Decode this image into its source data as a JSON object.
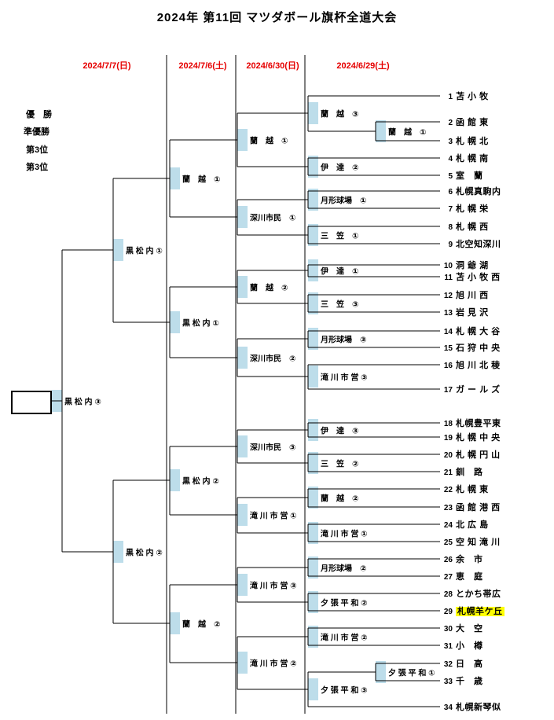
{
  "title": "2024年 第11回 マツダボール旗杯全道大会",
  "rounds": [
    {
      "date": "2024/7/7(日)"
    },
    {
      "date": "2024/7/6(土)"
    },
    {
      "date": "2024/6/30(日)"
    },
    {
      "date": "2024/6/29(土)"
    }
  ],
  "legend": {
    "champion": "優　勝",
    "runner_up": "準優勝",
    "third_place_1": "第3位",
    "third_place_2": "第3位"
  },
  "teams": [
    {
      "no": "1",
      "name": "苫 小 牧"
    },
    {
      "no": "2",
      "name": "函 館 東"
    },
    {
      "no": "3",
      "name": "札 幌 北"
    },
    {
      "no": "4",
      "name": "札 幌 南"
    },
    {
      "no": "5",
      "name": "室　蘭"
    },
    {
      "no": "6",
      "name": "札幌真駒内"
    },
    {
      "no": "7",
      "name": "札 幌 栄"
    },
    {
      "no": "8",
      "name": "札 幌 西"
    },
    {
      "no": "9",
      "name": "北空知深川"
    },
    {
      "no": "10",
      "name": "洞 爺 湖"
    },
    {
      "no": "11",
      "name": "苫 小 牧 西"
    },
    {
      "no": "12",
      "name": "旭 川 西"
    },
    {
      "no": "13",
      "name": "岩 見 沢"
    },
    {
      "no": "14",
      "name": "札 幌 大 谷"
    },
    {
      "no": "15",
      "name": "石 狩 中 央"
    },
    {
      "no": "16",
      "name": "旭 川 北 稜"
    },
    {
      "no": "17",
      "name": "ガ ー ル ズ"
    },
    {
      "no": "18",
      "name": "札幌豊平東"
    },
    {
      "no": "19",
      "name": "札 幌 中 央"
    },
    {
      "no": "20",
      "name": "札 幌 円 山"
    },
    {
      "no": "21",
      "name": "釧　路"
    },
    {
      "no": "22",
      "name": "札 幌 東"
    },
    {
      "no": "23",
      "name": "函 館 港 西"
    },
    {
      "no": "24",
      "name": "北 広 島"
    },
    {
      "no": "25",
      "name": "空 知 滝 川"
    },
    {
      "no": "26",
      "name": "余　市"
    },
    {
      "no": "27",
      "name": "恵　庭"
    },
    {
      "no": "28",
      "name": "とかち帯広"
    },
    {
      "no": "29",
      "name": "札幌羊ケ丘",
      "highlight": true
    },
    {
      "no": "30",
      "name": "大　空"
    },
    {
      "no": "31",
      "name": "小　樽"
    },
    {
      "no": "32",
      "name": "日　高"
    },
    {
      "no": "33",
      "name": "千　歳"
    },
    {
      "no": "34",
      "name": "札幌新琴似"
    }
  ],
  "venues": [
    {
      "label": "蘭　越　③"
    },
    {
      "label": "伊　達　②"
    },
    {
      "label": "月形球場　①"
    },
    {
      "label": "三　笠　①"
    },
    {
      "label": "伊　達　①"
    },
    {
      "label": "三　笠　③"
    },
    {
      "label": "月形球場　③"
    },
    {
      "label": "滝 川 市 営 ③"
    },
    {
      "label": "伊　達　③"
    },
    {
      "label": "三　笠　②"
    },
    {
      "label": "蘭　越　②"
    },
    {
      "label": "滝 川 市 営 ①"
    },
    {
      "label": "月形球場　②"
    },
    {
      "label": "夕 張 平 和 ②"
    },
    {
      "label": "滝 川 市 営 ②"
    },
    {
      "label": "夕 張 平 和 ③"
    },
    {
      "label": "蘭　越　①"
    },
    {
      "label": "夕 張 平 和 ①"
    },
    {
      "label": "蘭　越　①"
    },
    {
      "label": "深川市民　①"
    },
    {
      "label": "蘭　越　②"
    },
    {
      "label": "深川市民　②"
    },
    {
      "label": "深川市民　③"
    },
    {
      "label": "滝 川 市 営 ①"
    },
    {
      "label": "滝 川 市 営 ③"
    },
    {
      "label": "滝 川 市 営 ②"
    },
    {
      "label": "蘭　越　①"
    },
    {
      "label": "黒 松 内 ①"
    },
    {
      "label": "黒 松 内 ②"
    },
    {
      "label": "蘭　越　②"
    },
    {
      "label": "黒 松 内 ①"
    },
    {
      "label": "黒 松 内 ②"
    },
    {
      "label": "黒 松 内 ③"
    }
  ],
  "colors": {
    "date_text": "#e60000",
    "venue_mark": "#bdddea",
    "team_highlight": "#ffff00",
    "line": "#000000"
  }
}
